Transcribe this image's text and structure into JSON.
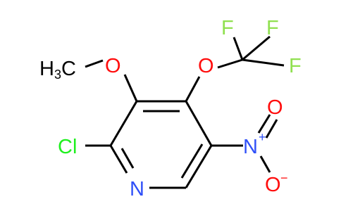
{
  "molecule": {
    "atoms": {
      "methyl": {
        "main": "H",
        "sub": "3",
        "tail": "C"
      },
      "methoxy_oxygen": "O",
      "ether_oxygen": "O",
      "fluorine_1": "F",
      "fluorine_2": "F",
      "fluorine_3": "F",
      "chlorine": "Cl",
      "ring_nitrogen": "N",
      "nitro_nitrogen": "N",
      "nitro_plus": "+",
      "nitro_oxygen_top": "O",
      "nitro_oxygen_bottom": "O",
      "nitro_minus": "−"
    },
    "colors": {
      "bond": "#000000",
      "carbon_text": "#000000",
      "oxygen": "#ff0d0d",
      "fluorine": "#90e050",
      "chlorine": "#1ff01f",
      "nitrogen": "#3050f8"
    }
  }
}
